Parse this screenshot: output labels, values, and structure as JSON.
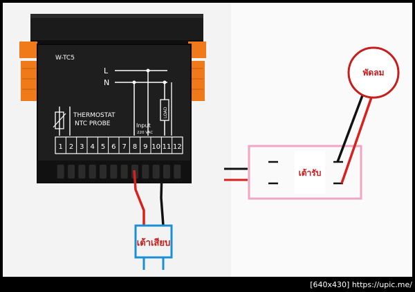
{
  "device": {
    "model": "W-TC5",
    "line_label": "L",
    "neutral_label": "N",
    "probe_label_1": "THERMOSTAT",
    "probe_label_2": "NTC PROBE",
    "input_label": "Input",
    "voltage_label": "220 VAC",
    "load_label": "LOAD",
    "terminals": [
      "1",
      "2",
      "3",
      "4",
      "5",
      "6",
      "7",
      "8",
      "9",
      "10",
      "11",
      "12"
    ]
  },
  "plug_label": "เต้าเสียบ",
  "socket_label": "เต้ารับ",
  "fan_label": "พัดลม",
  "footer_text": "[640x430] https://upic.me/",
  "colors": {
    "red_wire": "#d8201e",
    "black_wire": "#111111",
    "plug": "#1b8fd3",
    "socket_box": "#f0a6c2",
    "fan": "#c61d1d",
    "latch": "#f07a1a"
  }
}
